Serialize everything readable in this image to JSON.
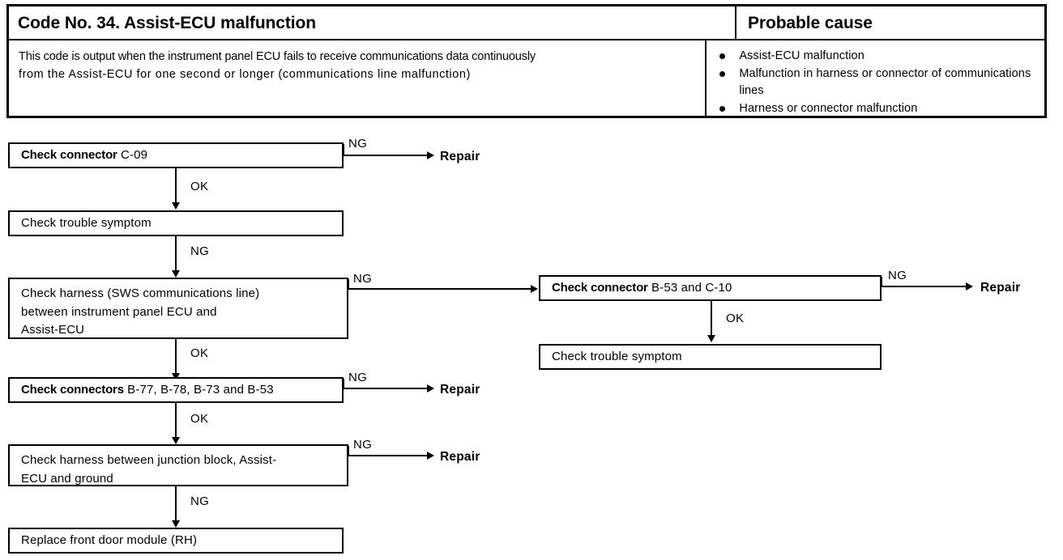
{
  "table": {
    "title": "Code No. 34. Assist-ECU malfunction",
    "probable_cause_title": "Probable cause",
    "description_line1": "This code is output when the instrument panel ECU fails to receive communications data continuously",
    "description_line2": "from the Assist-ECU for one second or longer (communications line malfunction)",
    "causes": [
      "Assist-ECU malfunction",
      "Malfunction in harness or connector of communications lines",
      "Harness or connector malfunction"
    ]
  },
  "flow": {
    "left": {
      "box1": {
        "bold": "Check connector",
        "rest": " C-09"
      },
      "box2": {
        "text": "Check trouble symptom"
      },
      "box3": {
        "text": "Check harness (SWS communications line)\nbetween instrument panel ECU and\nAssist-ECU"
      },
      "box4": {
        "bold": "Check connectors",
        "rest": " B-77, B-78, B-73 and B-53"
      },
      "box5": {
        "text": "Check harness between junction block, Assist-\nECU and ground"
      },
      "box6": {
        "text": "Replace front door module (RH)"
      }
    },
    "right": {
      "box1": {
        "bold": "Check connector",
        "rest": " B-53 and C-10"
      },
      "box2": {
        "text": "Check trouble symptom"
      }
    },
    "labels": {
      "ng": "NG",
      "ok": "OK",
      "repair": "Repair"
    }
  }
}
